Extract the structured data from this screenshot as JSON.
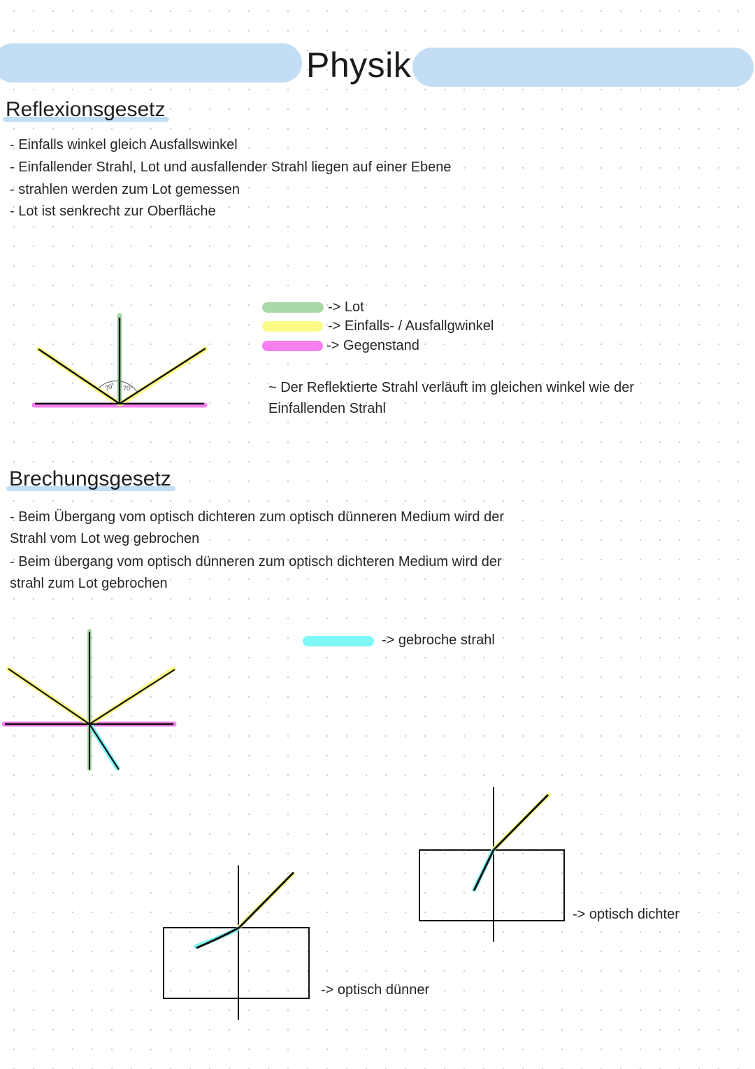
{
  "page": {
    "title": "Physik",
    "colors": {
      "banner": "#c3def4",
      "lot": "#a9d8a9",
      "winkel": "#fbfb88",
      "gegenstand": "#f77ff0",
      "gebrochen": "#7ff7f7",
      "ink": "#111111"
    }
  },
  "reflexion": {
    "heading": "Reflexionsgesetz",
    "bullets": [
      "- Einfalls winkel gleich Ausfallswinkel",
      "- Einfallender Strahl, Lot und ausfallender Strahl liegen auf einer Ebene",
      "- strahlen werden zum Lot gemessen",
      "- Lot ist senkrecht zur Oberfläche"
    ],
    "diagram": {
      "angle_left": "70°",
      "angle_right": "70°"
    },
    "legend": [
      {
        "color": "#a9d8a9",
        "label": "-> Lot"
      },
      {
        "color": "#fbfb88",
        "label": "-> Einfalls- / Ausfallgwinkel"
      },
      {
        "color": "#f77ff0",
        "label": "-> Gegenstand"
      }
    ],
    "note_lines": [
      "~ Der Reflektierte Strahl verläuft im gleichen winkel wie der",
      "Einfallenden Strahl"
    ]
  },
  "brechung": {
    "heading": "Brechungsgesetz",
    "bullets": [
      "- Beim Übergang vom optisch dichteren zum optisch dünneren Medium wird der",
      "Strahl vom Lot weg gebrochen",
      "- Beim übergang vom optisch dünneren zum optisch dichteren Medium wird der",
      "strahl zum Lot gebrochen"
    ],
    "legend": [
      {
        "color": "#7ff7f7",
        "label": "-> gebroche strahl"
      }
    ],
    "diagram_dichter_label": "-> optisch dichter",
    "diagram_duenner_label": "-> optisch dünner"
  }
}
